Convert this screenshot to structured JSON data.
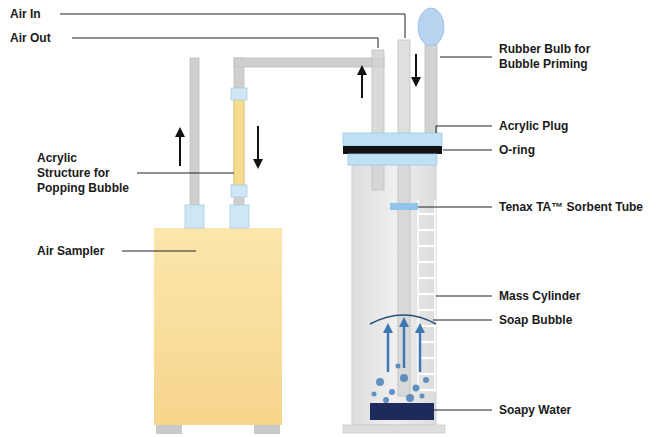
{
  "diagram": {
    "labels": [
      "Air In",
      "Air Out",
      "Rubber Bulb for Bubble Priming",
      "Acrylic Plug",
      "O-ring",
      "Tenax TA™ Sorbent Tube",
      "Acrylic Structure for Popping Bubble",
      "Air Sampler",
      "Mass Cylinder",
      "Soap Bubble",
      "Soapy Water"
    ]
  }
}
